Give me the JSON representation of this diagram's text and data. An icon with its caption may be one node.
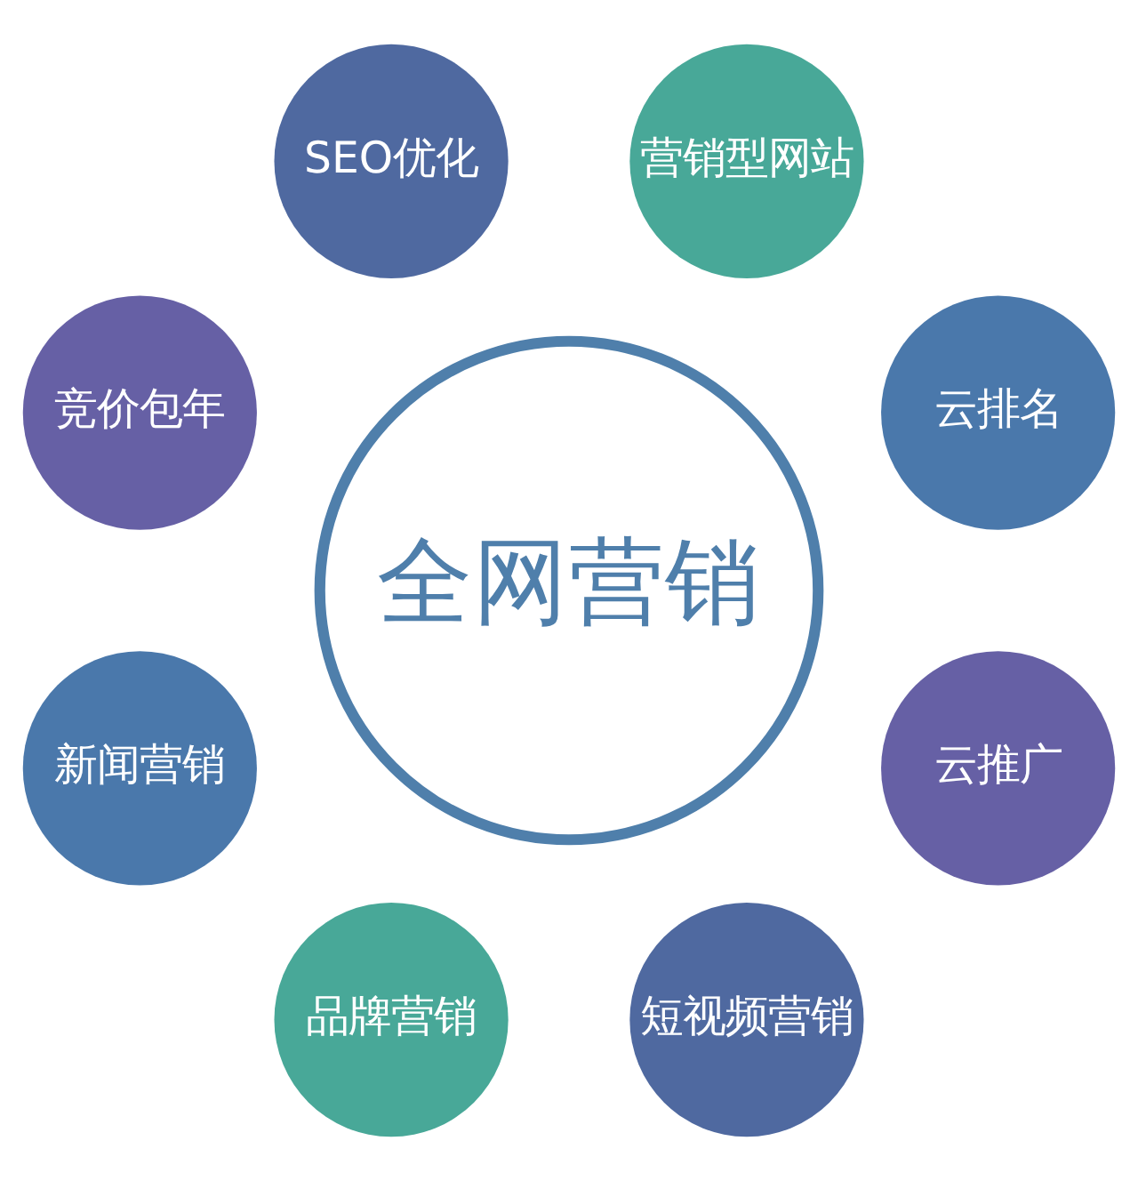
{
  "diagram": {
    "nodes": [
      {
        "text": [
          "全网营销"
        ]
      },
      {
        "text": [
          "云排名"
        ]
      },
      {
        "text": [
          "营销型网站"
        ]
      },
      {
        "text": [
          "SEO优化"
        ]
      },
      {
        "text": [
          "竞价包年"
        ]
      },
      {
        "text": [
          "新闻营销"
        ]
      },
      {
        "text": [
          "品牌营销"
        ]
      },
      {
        "text": [
          "短视频营销"
        ]
      },
      {
        "text": [
          "云推广"
        ]
      }
    ]
  }
}
